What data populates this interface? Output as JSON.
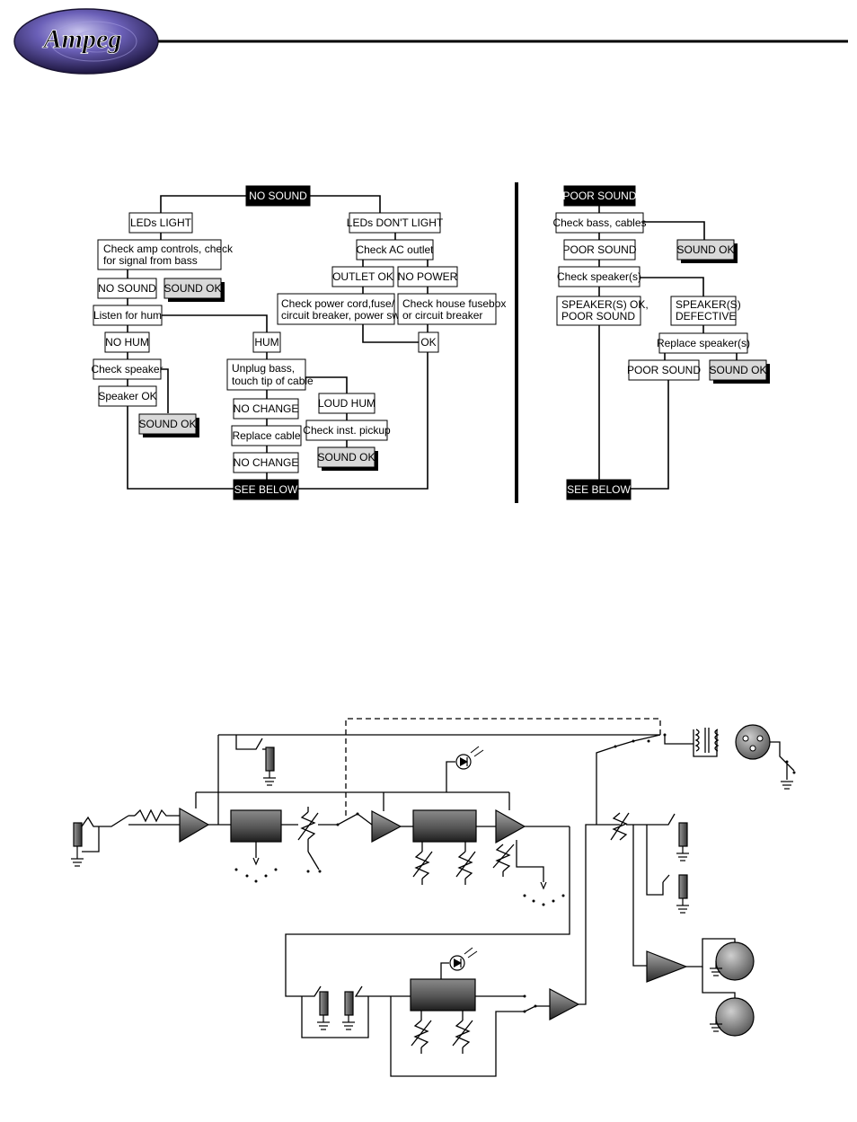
{
  "header": {
    "logo_text": "Ampeg"
  },
  "no_sound_chart": {
    "root": "NO SOUND",
    "leds_light": "LEDs LIGHT",
    "leds_dont_light": "LEDs DON'T LIGHT",
    "check_amp_controls": [
      "Check amp controls, check",
      "for signal from bass"
    ],
    "no_sound": "NO SOUND",
    "sound_ok_1": "SOUND OK",
    "listen_for_hum": "Listen for hum",
    "no_hum": "NO HUM",
    "hum": "HUM",
    "check_speaker": "Check speaker",
    "speaker_ok": "Speaker OK",
    "sound_ok_2": "SOUND OK",
    "unplug_bass": [
      "Unplug bass,",
      "touch tip of cable"
    ],
    "loud_hum": "LOUD HUM",
    "no_change_1": "NO CHANGE",
    "replace_cable": "Replace cable",
    "no_change_2": "NO CHANGE",
    "check_pickup": "Check inst. pickup",
    "sound_ok_3": "SOUND OK",
    "check_ac_outlet": "Check AC outlet",
    "outlet_ok": "OUTLET OK",
    "no_power": "NO POWER",
    "check_power_cord": [
      "Check power cord,fuse/",
      "circuit breaker, power switch"
    ],
    "check_house_fusebox": [
      "Check house fusebox",
      "or circuit breaker"
    ],
    "ok": "OK",
    "see_below": "SEE BELOW"
  },
  "poor_sound_chart": {
    "root": "POOR SOUND",
    "check_bass_cables": "Check bass, cables",
    "poor_sound": "POOR SOUND",
    "sound_ok_1": "SOUND OK",
    "check_speakers": "Check speaker(s)",
    "speakers_ok": [
      "SPEAKER(S) OK,",
      "POOR SOUND"
    ],
    "speakers_defective": [
      "SPEAKER(S)",
      "DEFECTIVE"
    ],
    "replace_speakers": "Replace speaker(s)",
    "poor_sound_2": "POOR SOUND",
    "sound_ok_2": "SOUND OK",
    "see_below": "SEE BELOW"
  },
  "colors": {
    "box_dark": "#000000",
    "box_gray": "#d9d9d9",
    "logo_purple": "#4a3f8c"
  }
}
